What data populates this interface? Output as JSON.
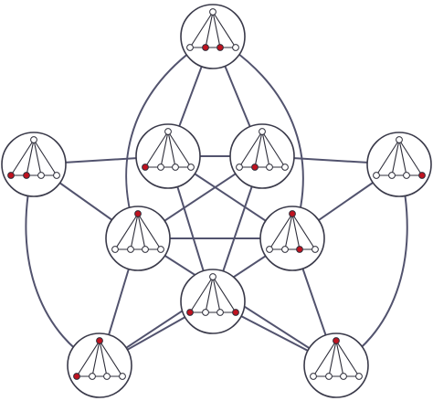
{
  "colors": {
    "background": "#ffffff",
    "edge": "#52536e",
    "outline": "#3a3a4a",
    "vertex_marked": "#c0121f",
    "vertex_unmarked": "#ffffff"
  },
  "graph": {
    "nodes": [
      {
        "id": "top",
        "marked": [
          false,
          false,
          true,
          true,
          false
        ]
      },
      {
        "id": "inner-left",
        "marked": [
          false,
          true,
          false,
          false,
          false
        ]
      },
      {
        "id": "inner-right",
        "marked": [
          false,
          false,
          true,
          false,
          false
        ]
      },
      {
        "id": "outer-left",
        "marked": [
          false,
          true,
          true,
          false,
          false
        ]
      },
      {
        "id": "outer-right",
        "marked": [
          false,
          false,
          false,
          false,
          true
        ]
      },
      {
        "id": "mid-left",
        "marked": [
          true,
          false,
          false,
          false,
          false
        ]
      },
      {
        "id": "mid-right",
        "marked": [
          true,
          false,
          false,
          true,
          false
        ]
      },
      {
        "id": "center",
        "marked": [
          false,
          true,
          false,
          false,
          true
        ]
      },
      {
        "id": "bottom-left",
        "marked": [
          true,
          true,
          false,
          false,
          false
        ]
      },
      {
        "id": "bottom-right",
        "marked": [
          true,
          false,
          false,
          false,
          false
        ]
      }
    ],
    "edges": [
      [
        "top",
        "inner-left"
      ],
      [
        "top",
        "inner-right"
      ],
      [
        "top",
        "mid-left"
      ],
      [
        "top",
        "mid-right"
      ],
      [
        "inner-left",
        "outer-left"
      ],
      [
        "inner-left",
        "inner-right"
      ],
      [
        "inner-left",
        "mid-right"
      ],
      [
        "inner-left",
        "center"
      ],
      [
        "inner-right",
        "outer-right"
      ],
      [
        "inner-right",
        "mid-left"
      ],
      [
        "inner-right",
        "center"
      ],
      [
        "outer-left",
        "mid-left"
      ],
      [
        "outer-left",
        "bottom-left"
      ],
      [
        "outer-right",
        "mid-right"
      ],
      [
        "outer-right",
        "bottom-right"
      ],
      [
        "mid-left",
        "mid-right"
      ],
      [
        "mid-left",
        "bottom-left"
      ],
      [
        "mid-left",
        "bottom-right"
      ],
      [
        "mid-right",
        "bottom-left"
      ],
      [
        "mid-right",
        "bottom-right"
      ],
      [
        "center",
        "bottom-left"
      ],
      [
        "center",
        "bottom-right"
      ]
    ]
  }
}
